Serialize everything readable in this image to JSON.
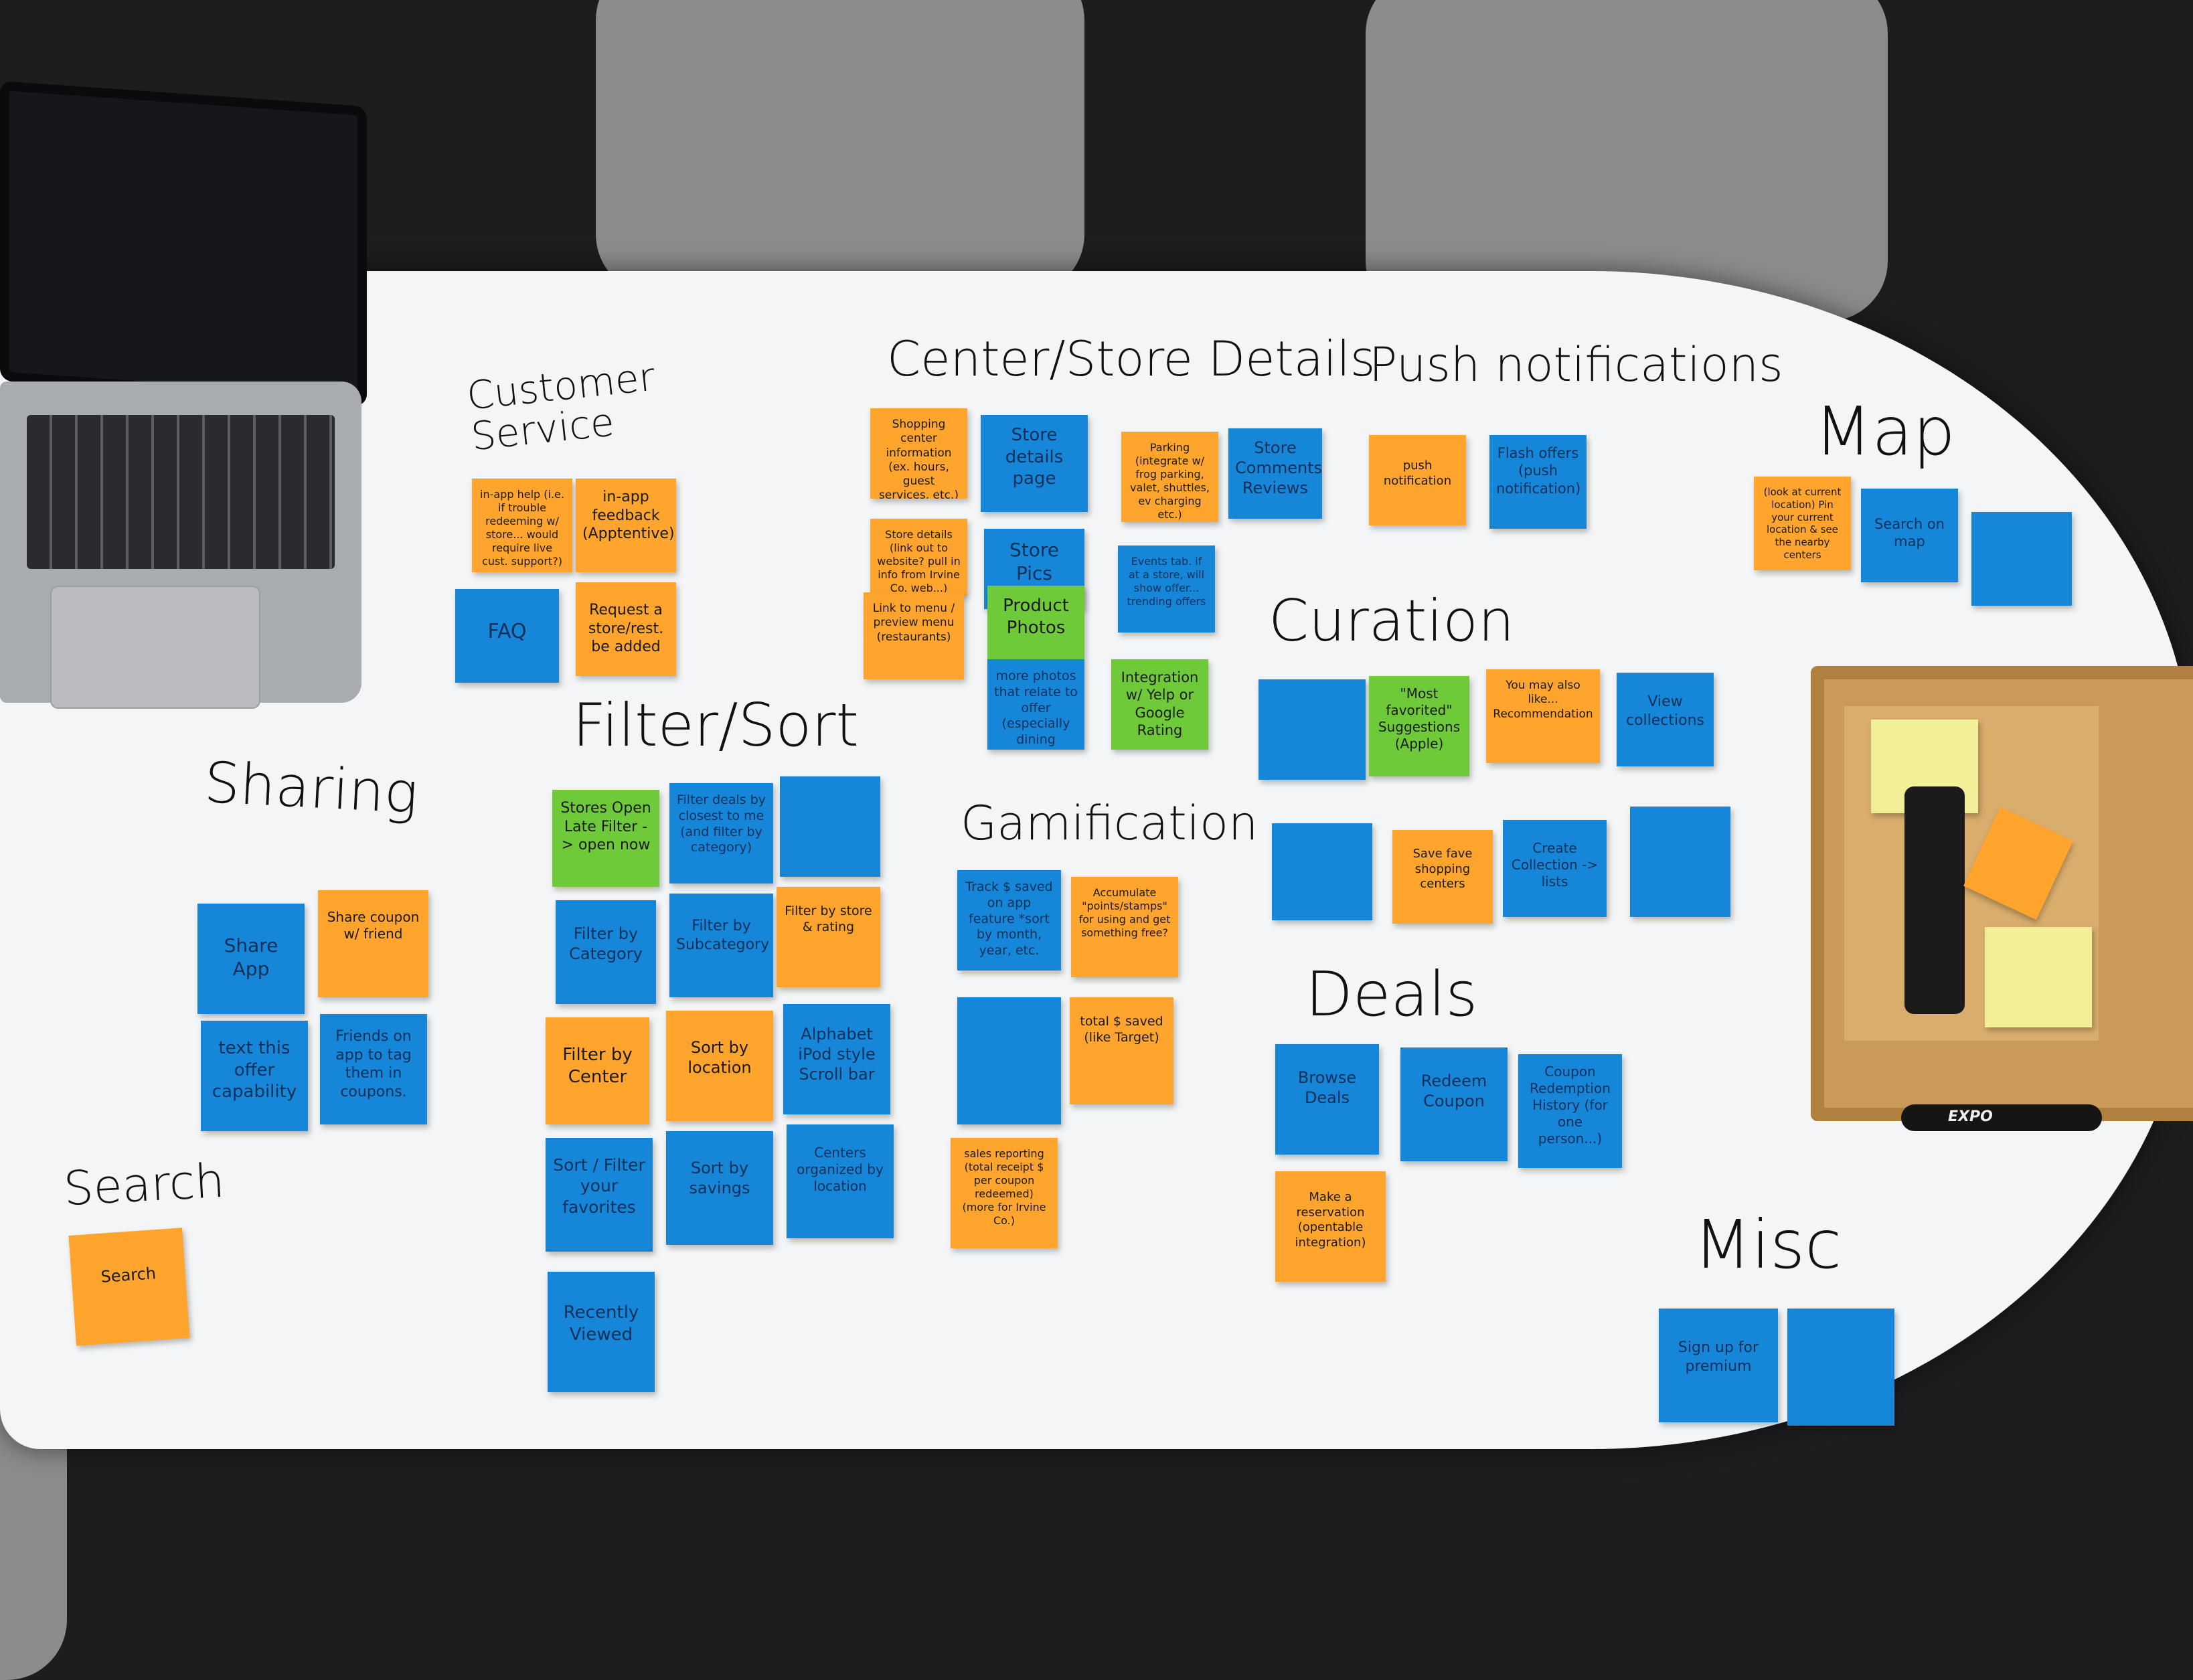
{
  "headings": {
    "customer_service": "Customer Service",
    "center_store": "Center/Store Details",
    "push": "Push notifications",
    "map": "Map",
    "curation": "Curation",
    "filter_sort": "Filter/Sort",
    "sharing": "Sharing",
    "gamification": "Gamification",
    "deals": "Deals",
    "search": "Search",
    "misc": "Misc"
  },
  "notes": {
    "cs_inapp_help": "in-app help (i.e. if trouble redeeming w/ store... would require live cust. support?)",
    "cs_feedback": "in-app feedback (Apptentive)",
    "cs_faq": "FAQ",
    "cs_request": "Request a store/rest. be added",
    "cd_shopping_center": "Shopping center information (ex. hours, guest services, etc.)",
    "cd_store_details_page": "Store details page",
    "cd_parking": "Parking (integrate w/ frog parking, valet, shuttles, ev charging etc.)",
    "cd_comments": "Store Comments Reviews",
    "cd_store_details_link": "Store details (link out to website? pull in info from Irvine Co. web...)",
    "cd_store_pics": "Store Pics",
    "cd_events_tab": "Events tab. if at a store, will show offer... trending offers",
    "cd_link_menu": "Link to menu / preview menu (restaurants)",
    "cd_product_photos": "Product Photos",
    "cd_more_photos": "more photos that relate to offer (especially dining offers)",
    "cd_integration": "Integration w/ Yelp or Google Rating",
    "pn_push": "push notification",
    "pn_flash": "Flash offers (push notification)",
    "map_pin": "(look at current location) Pin your current location & see the nearby centers",
    "map_search": "Search on map",
    "cu_most_favorited": "\"Most favorited\" Suggestions (Apple)",
    "cu_you_may": "You may also like... Recommendation",
    "cu_view_collections": "View collections",
    "cu_save_centers": "Save fave shopping centers",
    "cu_create_collection": "Create Collection -> lists",
    "fs_open_late": "Stores Open Late Filter -> open now",
    "fs_filter_closest": "Filter deals by closest to me (and filter by category)",
    "fs_category": "Filter by Category",
    "fs_subcategory": "Filter by Subcategory",
    "fs_store_rating": "Filter by store & rating",
    "fs_center": "Filter by Center",
    "fs_sort_location": "Sort by location",
    "fs_alphabet": "Alphabet iPod style Scroll bar",
    "fs_favorites": "Sort / Filter your favorites",
    "fs_savings": "Sort by savings",
    "fs_centers_location": "Centers organized by location",
    "fs_recently": "Recently Viewed",
    "sh_share_app": "Share App",
    "sh_share_coupon": "Share coupon w/ friend",
    "sh_text_offer": "text this offer capability",
    "sh_friends_tag": "Friends on app to tag them in coupons.",
    "ga_track": "Track $ saved on app feature *sort by month, year, etc.",
    "ga_accumulate": "Accumulate \"points/stamps\" for using and get something free?",
    "ga_total": "total $ saved (like Target)",
    "ga_sales": "sales reporting (total receipt $ per coupon redeemed) (more for Irvine Co.)",
    "de_browse": "Browse Deals",
    "de_redeem": "Redeem Coupon",
    "de_history": "Coupon Redemption History (for one person...)",
    "de_reservation": "Make a reservation (opentable integration)",
    "se_search": "Search",
    "mi_sign_up": "Sign up for premium"
  },
  "marker_label": "EXPO"
}
